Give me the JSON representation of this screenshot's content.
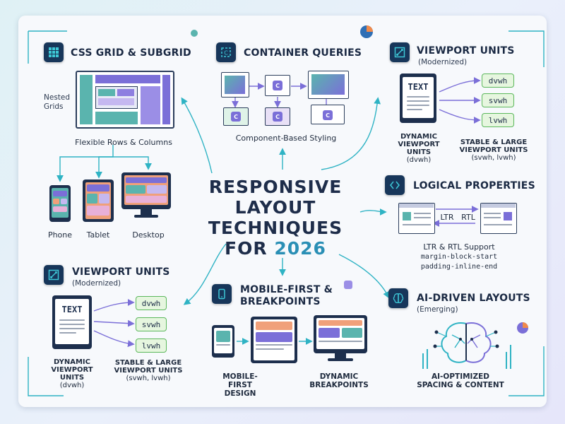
{
  "title": {
    "line1": "RESPONSIVE",
    "line2": "LAYOUT",
    "line3": "TECHNIQUES",
    "line4_prefix": "FOR",
    "line4_year": "2026"
  },
  "css_grid": {
    "title": "CSS GRID & SUBGRID",
    "nested_label_1": "Nested",
    "nested_label_2": "Grids",
    "caption": "Flexible Rows & Columns",
    "devices": [
      "Phone",
      "Tablet",
      "Desktop"
    ]
  },
  "container_queries": {
    "title": "CONTAINER QUERIES",
    "chip": "C",
    "caption": "Component-Based Styling"
  },
  "viewport_top": {
    "title": "VIEWPORT UNITS",
    "subtitle": "(Modernized)",
    "device_text": "TEXT",
    "units": [
      "dvwh",
      "svwh",
      "lvwh"
    ],
    "left_caption": [
      "DYNAMIC",
      "VIEWPORT UNITS",
      "(dvwh)"
    ],
    "right_caption": [
      "STABLE & LARGE",
      "VIEWPORT UNITS",
      "(svwh, lvwh)"
    ]
  },
  "logical": {
    "title": "LOGICAL PROPERTIES",
    "ltr": "LTR",
    "rtl": "RTL",
    "caption": "LTR & RTL Support",
    "code1": "margin-block-start",
    "code2": "padding-inline-end"
  },
  "viewport_bottom": {
    "title": "VIEWPORT UNITS",
    "subtitle": "(Modernized)",
    "device_text": "TEXT",
    "units": [
      "dvwh",
      "svwh",
      "lvwh"
    ],
    "left_caption": [
      "DYNAMIC",
      "VIEWPORT UNITS",
      "(dvwh)"
    ],
    "right_caption": [
      "STABLE & LARGE",
      "VIEWPORT UNITS",
      "(svwh, lvwh)"
    ]
  },
  "mobile_first": {
    "title1": "MOBILE-FIRST &",
    "title2": "BREAKPOINTS",
    "left_caption": [
      "MOBILE-FIRST",
      "DESIGN"
    ],
    "right_caption": [
      "DYNAMIC",
      "BREAKPOINTS"
    ]
  },
  "ai_layouts": {
    "title": "AI-DRIVEN LAYOUTS",
    "subtitle": "(Emerging)",
    "caption": [
      "AI-OPTIMIZED",
      "SPACING & CONTENT"
    ]
  },
  "colors": {
    "navy": "#17365a",
    "teal": "#2fb3c4",
    "purple": "#7b6fd8",
    "green": "#5cb85c"
  }
}
